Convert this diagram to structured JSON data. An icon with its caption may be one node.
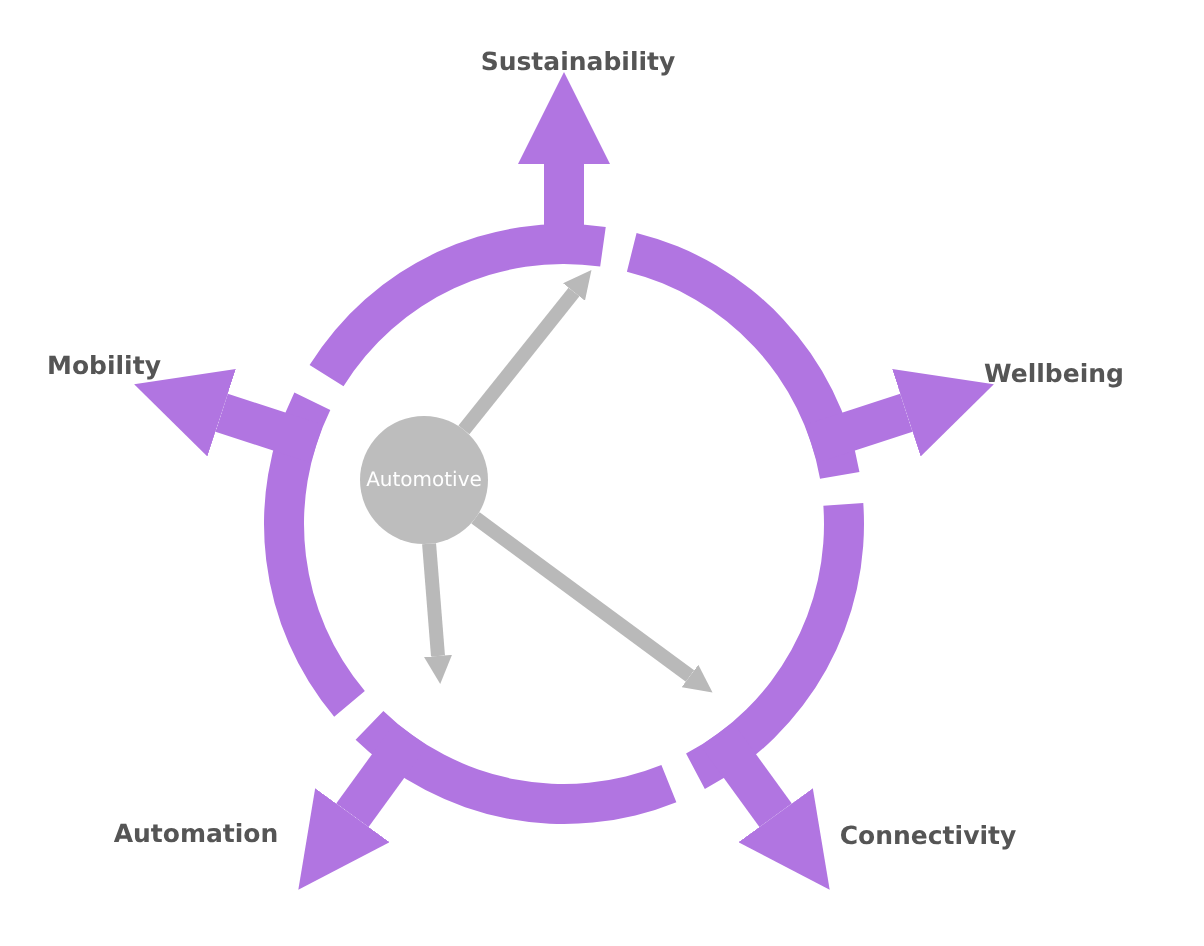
{
  "diagram": {
    "nodes": [
      {
        "text": [
          "Automotive"
        ]
      },
      {
        "text": [
          "Sustainability"
        ]
      },
      {
        "text": [
          "Wellbeing"
        ]
      },
      {
        "text": [
          "Connectivity"
        ]
      },
      {
        "text": [
          "Automation"
        ]
      },
      {
        "text": [
          "Mobility"
        ]
      }
    ],
    "edges": [
      {
        "from": null,
        "to": 1,
        "arrow": "to"
      },
      {
        "from": null,
        "to": 2,
        "arrow": "to"
      },
      {
        "from": null,
        "to": 3,
        "arrow": "to"
      },
      {
        "from": null,
        "to": 4,
        "arrow": "to"
      },
      {
        "from": null,
        "to": 5,
        "arrow": "to"
      },
      {
        "from": 0,
        "to": null,
        "arrow": "to",
        "color": "#b9b9b9"
      },
      {
        "from": 0,
        "to": null,
        "arrow": "to",
        "color": "#b9b9b9"
      },
      {
        "from": 0,
        "to": null,
        "arrow": "to",
        "color": "#b9b9b9"
      }
    ]
  }
}
